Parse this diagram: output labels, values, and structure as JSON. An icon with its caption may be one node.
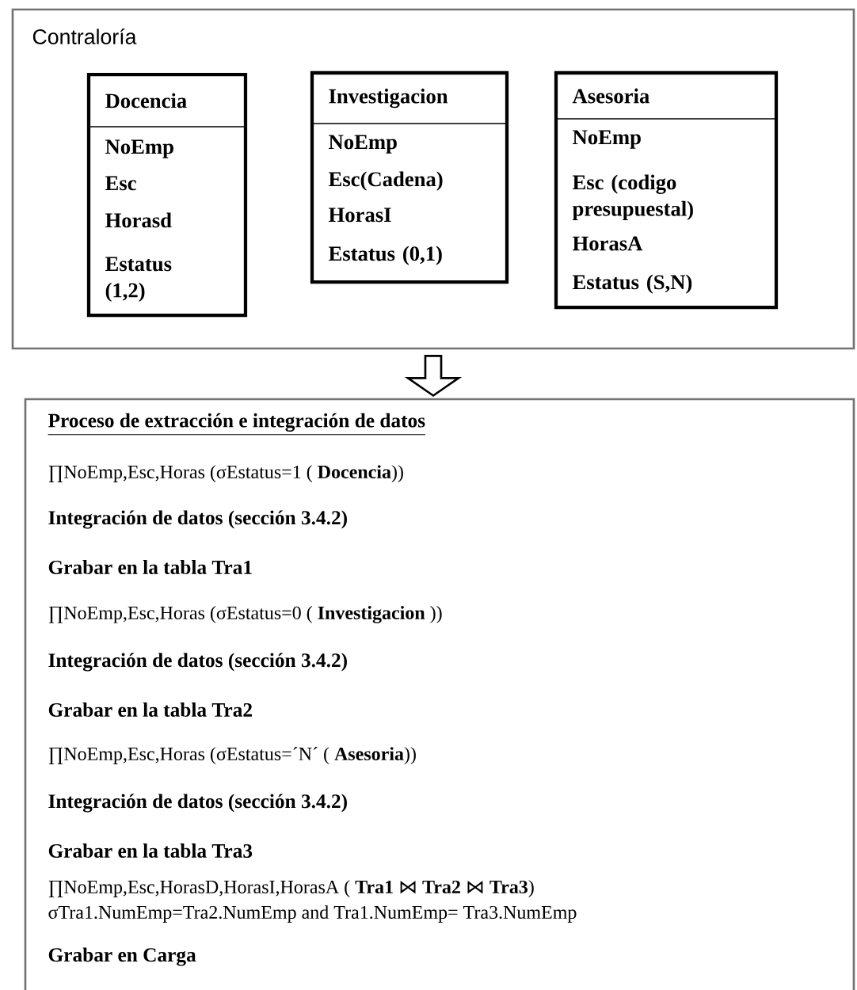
{
  "diagram": {
    "nodes": [
      {
        "text": [
          "Contraloría"
        ]
      },
      {
        "text": [
          "Docencia",
          "NoEmp",
          "Esc",
          "Horasd",
          "Estatus (1,2)"
        ],
        "in": 0
      },
      {
        "text": [
          "Investigacion",
          "NoEmp",
          "Esc(Cadena)",
          "HorasI",
          "Estatus (0,1)"
        ],
        "in": 0
      },
      {
        "text": [
          "Asesoria",
          "NoEmp",
          "Esc (codigo presupuestal)",
          "HorasA",
          "Estatus (S,N)"
        ],
        "in": 0
      },
      {
        "text": [
          "Proceso de extracción e integración de datos",
          "∏NoEmp,Esc,Horas (σEstatus=1 ( **Docencia**))",
          "Integración de datos (sección 3.4.2)",
          "Grabar en la tabla Tra1",
          "∏NoEmp,Esc,Horas (σEstatus=0 ( **Investigacion** ))",
          "Integración de datos (sección 3.4.2)",
          "Grabar en la tabla Tra2",
          "∏NoEmp,Esc,Horas (σEstatus=´N´ ( **Asesoria**))",
          "Integración de datos (sección 3.4.2)",
          "Grabar en la tabla Tra3",
          "∏NoEmp,Esc,HorasD,HorasI,HorasA ( **Tra1 ⋈ Tra2 ⋈ Tra3**)",
          "σTra1.NumEmp=Tra2.NumEmp and Tra1.NumEmp= Tra3.NumEmp",
          "Grabar en Carga"
        ]
      }
    ],
    "edges": [
      {
        "from": 0,
        "to": 4,
        "arrow": "to"
      }
    ]
  }
}
